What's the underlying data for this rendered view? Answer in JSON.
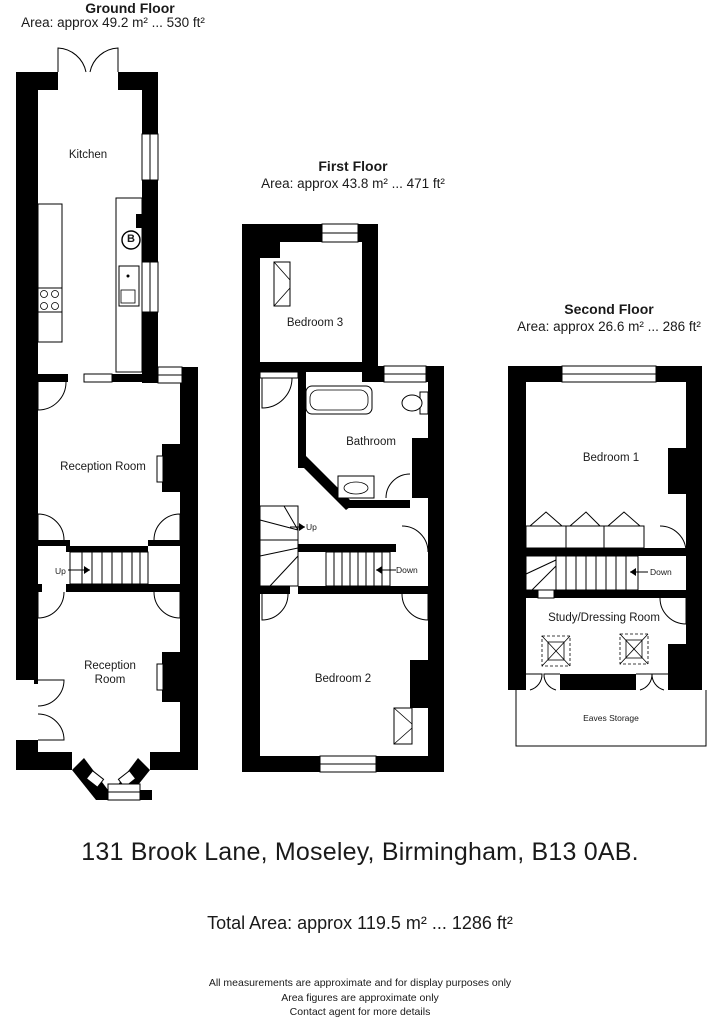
{
  "floors": {
    "ground": {
      "title": "Ground Floor",
      "area": "Area: approx 49.2 m² ... 530 ft²"
    },
    "first": {
      "title": "First Floor",
      "area": "Area: approx 43.8 m² ... 471 ft²"
    },
    "second": {
      "title": "Second Floor",
      "area": "Area: approx 26.6 m² ... 286 ft²"
    }
  },
  "rooms": {
    "kitchen": "Kitchen",
    "reception_1": "Reception Room",
    "reception_2_line1": "Reception",
    "reception_2_line2": "Room",
    "bedroom_3": "Bedroom 3",
    "bathroom": "Bathroom",
    "bedroom_2": "Bedroom 2",
    "bedroom_1": "Bedroom 1",
    "study": "Study/Dressing Room",
    "eaves": "Eaves Storage"
  },
  "stair_labels": {
    "ground_up": "Up",
    "first_up": "Up",
    "first_down": "Down",
    "second_down": "Down"
  },
  "boiler_symbol": "B",
  "address": "131 Brook Lane, Moseley, Birmingham, B13 0AB.",
  "total_area": "Total Area: approx 119.5 m² ... 1286 ft²",
  "disclaimer": [
    "All measurements are approximate and for display purposes only",
    "Area figures are approximate only",
    "Contact agent for more details"
  ]
}
